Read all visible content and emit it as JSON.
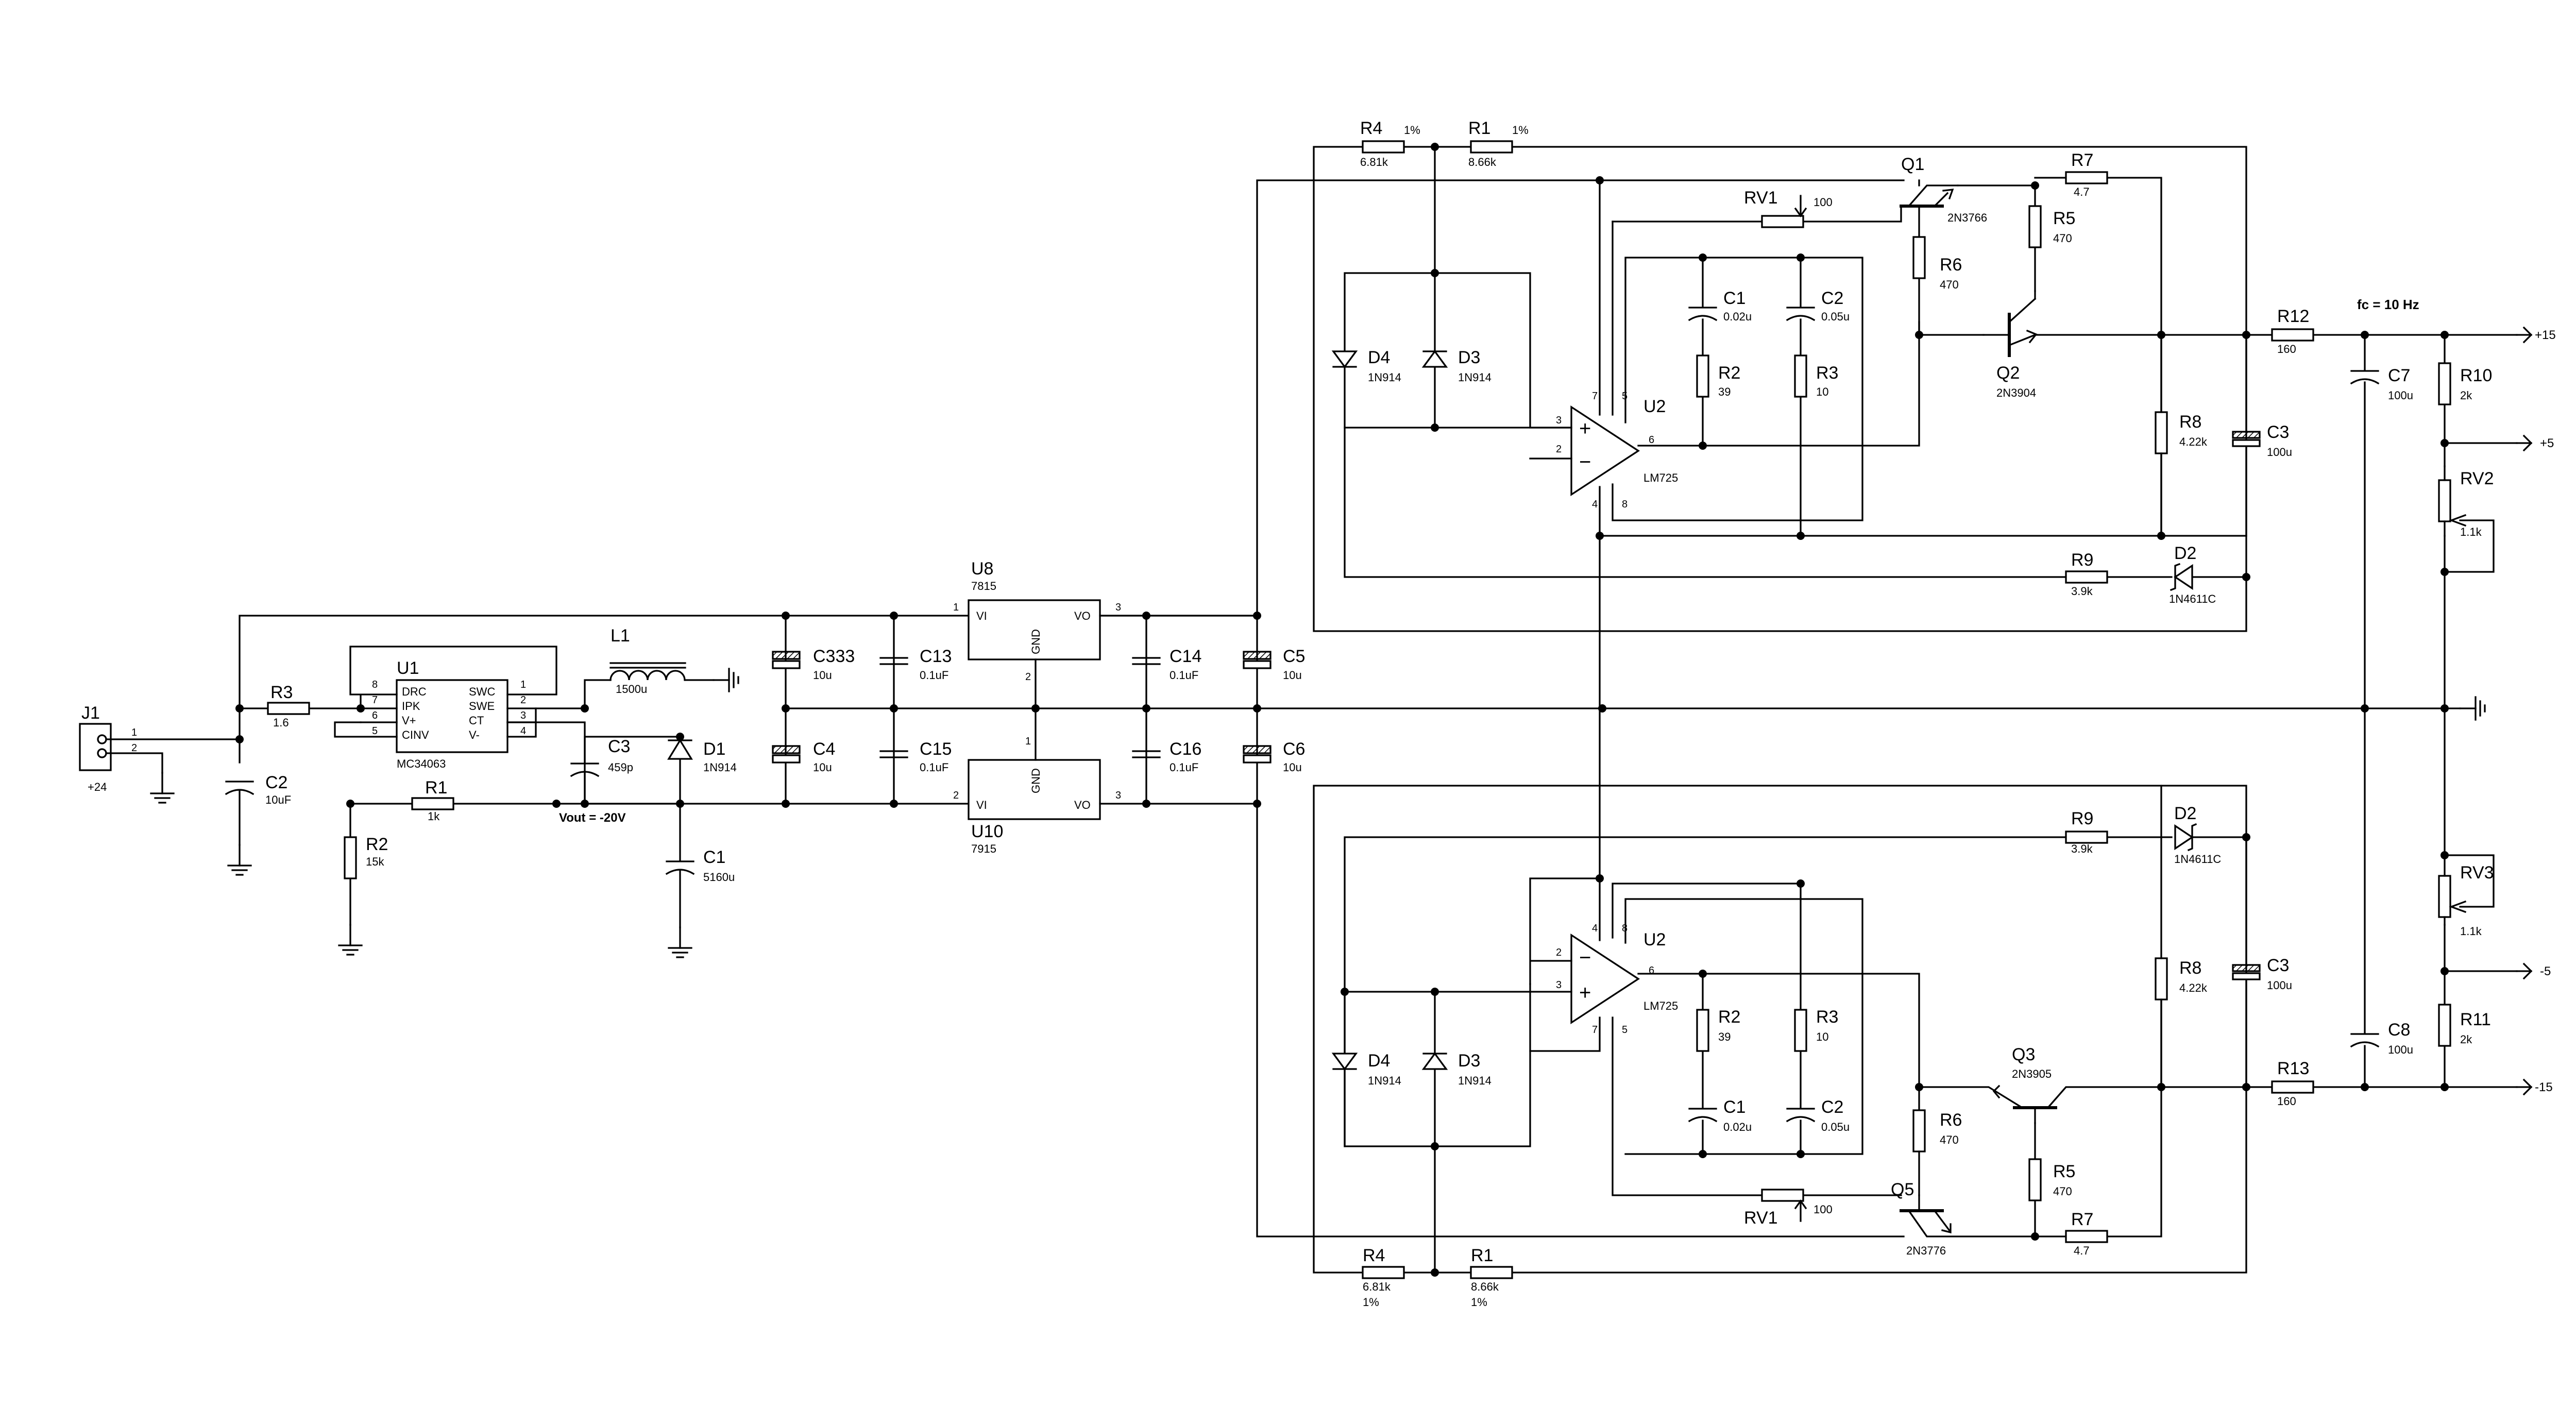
{
  "connectors": {
    "j1": {
      "ref": "J1",
      "value": "+24",
      "pins": [
        "1",
        "2"
      ]
    }
  },
  "ics": {
    "u1": {
      "ref": "U1",
      "part": "MC34063",
      "left_pins": [
        {
          "num": "8",
          "name": "DRC"
        },
        {
          "num": "7",
          "name": "IPK"
        },
        {
          "num": "6",
          "name": "V+"
        },
        {
          "num": "5",
          "name": "CINV"
        }
      ],
      "right_pins": [
        {
          "num": "1",
          "name": "SWC"
        },
        {
          "num": "2",
          "name": "SWE"
        },
        {
          "num": "3",
          "name": "CT"
        },
        {
          "num": "4",
          "name": "V-"
        }
      ]
    },
    "u8": {
      "ref": "U8",
      "part": "7815",
      "vi": "VI",
      "vo": "VO",
      "gnd": "GND",
      "pin_in": "1",
      "pin_gnd": "2",
      "pin_out": "3"
    },
    "u10": {
      "ref": "U10",
      "part": "7915",
      "vi": "VI",
      "vo": "VO",
      "gnd": "GND",
      "pin_in": "2",
      "pin_gnd": "1",
      "pin_out": "3"
    },
    "u2_top": {
      "ref": "U2",
      "part": "LM725",
      "pins": [
        "3",
        "2",
        "6",
        "7",
        "5",
        "4",
        "8"
      ]
    },
    "u2_bot": {
      "ref": "U2",
      "part": "LM725",
      "pins": [
        "2",
        "3",
        "6",
        "4",
        "8",
        "7",
        "5"
      ]
    }
  },
  "psu": {
    "R3": {
      "ref": "R3",
      "value": "1.6"
    },
    "C2": {
      "ref": "C2",
      "value": "10uF"
    },
    "R2": {
      "ref": "R2",
      "value": "15k"
    },
    "R1": {
      "ref": "R1",
      "value": "1k"
    },
    "L1": {
      "ref": "L1",
      "value": "1500u"
    },
    "C3": {
      "ref": "C3",
      "value": "459p"
    },
    "D1": {
      "ref": "D1",
      "value": "1N914"
    },
    "C1": {
      "ref": "C1",
      "value": "5160u"
    },
    "vout": "Vout = -20V",
    "C333": {
      "ref": "C333",
      "value": "10u"
    },
    "C4": {
      "ref": "C4",
      "value": "10u"
    },
    "C13": {
      "ref": "C13",
      "value": "0.1uF"
    },
    "C15": {
      "ref": "C15",
      "value": "0.1uF"
    },
    "C14": {
      "ref": "C14",
      "value": "0.1uF"
    },
    "C16": {
      "ref": "C16",
      "value": "0.1uF"
    },
    "C5": {
      "ref": "C5",
      "value": "10u"
    },
    "C6": {
      "ref": "C6",
      "value": "10u"
    }
  },
  "pos": {
    "R4": {
      "ref": "R4",
      "value": "6.81k",
      "tol": "1%"
    },
    "R1": {
      "ref": "R1",
      "value": "8.66k",
      "tol": "1%"
    },
    "Q1": {
      "ref": "Q1",
      "value": "2N3766"
    },
    "R7": {
      "ref": "R7",
      "value": "4.7"
    },
    "R5": {
      "ref": "R5",
      "value": "470"
    },
    "RV1": {
      "ref": "RV1",
      "value": "100"
    },
    "C1": {
      "ref": "C1",
      "value": "0.02u"
    },
    "C2": {
      "ref": "C2",
      "value": "0.05u"
    },
    "R6": {
      "ref": "R6",
      "value": "470"
    },
    "Q2": {
      "ref": "Q2",
      "value": "2N3904"
    },
    "D4": {
      "ref": "D4",
      "value": "1N914"
    },
    "D3": {
      "ref": "D3",
      "value": "1N914"
    },
    "R2": {
      "ref": "R2",
      "value": "39"
    },
    "R3": {
      "ref": "R3",
      "value": "10"
    },
    "R8": {
      "ref": "R8",
      "value": "4.22k"
    },
    "C3": {
      "ref": "C3",
      "value": "100u"
    },
    "R9": {
      "ref": "R9",
      "value": "3.9k"
    },
    "D2": {
      "ref": "D2",
      "value": "1N4611C"
    }
  },
  "neg": {
    "R9": {
      "ref": "R9",
      "value": "3.9k"
    },
    "D2": {
      "ref": "D2",
      "value": "1N4611C"
    },
    "D4": {
      "ref": "D4",
      "value": "1N914"
    },
    "D3": {
      "ref": "D3",
      "value": "1N914"
    },
    "R2": {
      "ref": "R2",
      "value": "39"
    },
    "R3": {
      "ref": "R3",
      "value": "10"
    },
    "C1": {
      "ref": "C1",
      "value": "0.02u"
    },
    "C2": {
      "ref": "C2",
      "value": "0.05u"
    },
    "R8": {
      "ref": "R8",
      "value": "4.22k"
    },
    "C3": {
      "ref": "C3",
      "value": "100u"
    },
    "Q3": {
      "ref": "Q3",
      "value": "2N3905"
    },
    "R6": {
      "ref": "R6",
      "value": "470"
    },
    "R5": {
      "ref": "R5",
      "value": "470"
    },
    "RV1": {
      "ref": "RV1",
      "value": "100"
    },
    "Q5": {
      "ref": "Q5",
      "value": "2N3776"
    },
    "R7": {
      "ref": "R7",
      "value": "4.7"
    },
    "R4": {
      "ref": "R4",
      "value": "6.81k",
      "tol": "1%"
    },
    "R1": {
      "ref": "R1",
      "value": "8.66k",
      "tol": "1%"
    }
  },
  "output": {
    "fc": "fc = 10 Hz",
    "R12": {
      "ref": "R12",
      "value": "160"
    },
    "R13": {
      "ref": "R13",
      "value": "160"
    },
    "C7": {
      "ref": "C7",
      "value": "100u"
    },
    "C8": {
      "ref": "C8",
      "value": "100u"
    },
    "R10": {
      "ref": "R10",
      "value": "2k"
    },
    "R11": {
      "ref": "R11",
      "value": "2k"
    },
    "RV2": {
      "ref": "RV2",
      "value": "1.1k"
    },
    "RV3": {
      "ref": "RV3",
      "value": "1.1k"
    },
    "ports": {
      "p15": "+15",
      "p5": "+5",
      "m5": "-5",
      "m15": "-15"
    }
  }
}
